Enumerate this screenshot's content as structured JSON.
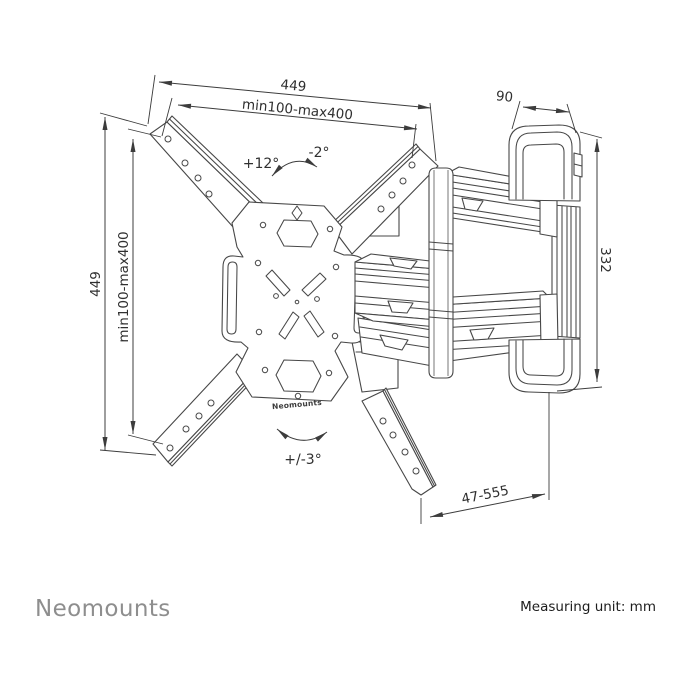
{
  "drawing": {
    "dim_top_width": "449",
    "dim_top_vesa": "min100-max400",
    "dim_left_height": "449",
    "dim_left_vesa": "min100-max400",
    "dim_depth": "90",
    "dim_wall_height": "332",
    "dim_extension": "47-555",
    "angle_tilt_up": "+12°",
    "angle_tilt_down": "-2°",
    "angle_swivel": "+/-3°",
    "plate_logo": "Neomounts"
  },
  "footer": {
    "brand_logo": "Neomounts",
    "measuring_unit": "Measuring unit: mm"
  },
  "colors": {
    "line": "#474747",
    "dimension": "#3c3c3c",
    "logo_gray": "#8e8e8e",
    "text_dark": "#1d1d1d",
    "background": "#ffffff"
  }
}
